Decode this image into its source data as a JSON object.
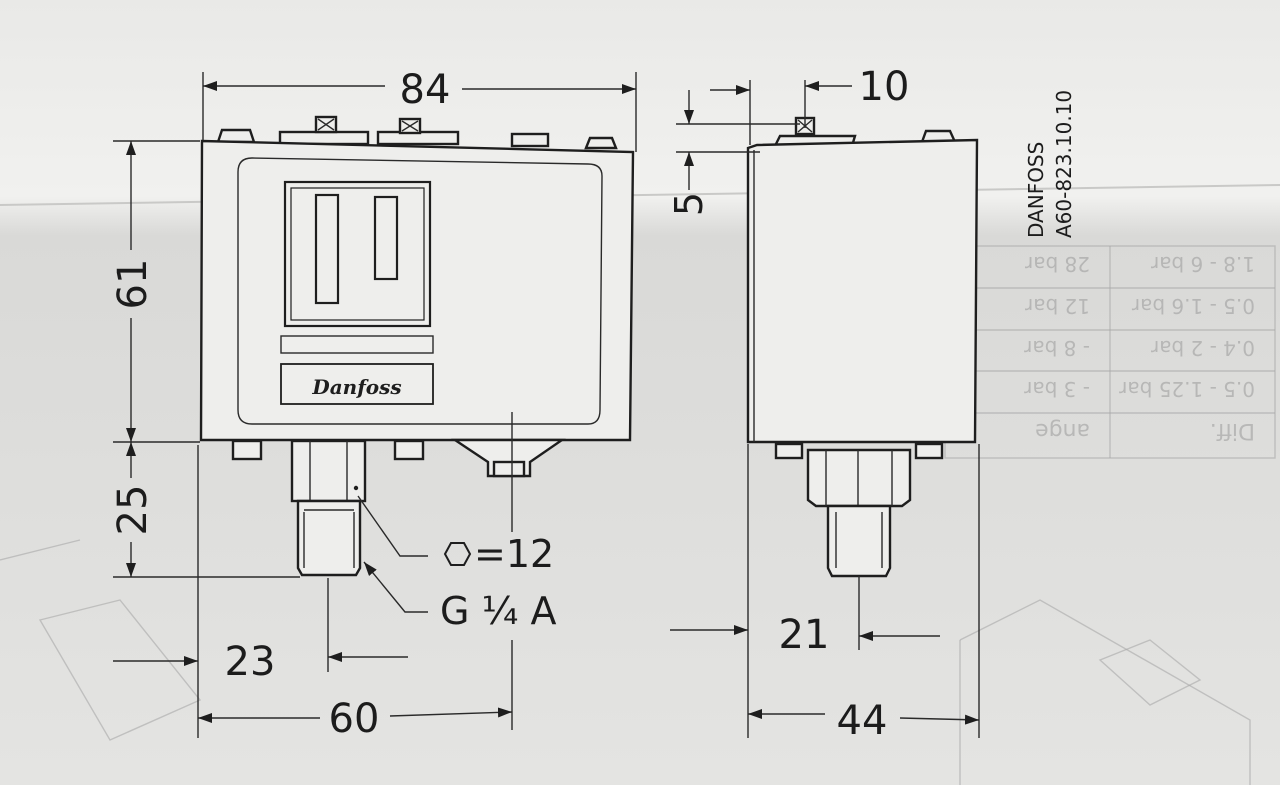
{
  "drawing": {
    "overall_width": "84",
    "height": "61",
    "connection_height": "25",
    "connection_offset": "23",
    "mount_spacing": "60",
    "top_offset": "10",
    "terminal_height": "5",
    "depth": "44",
    "connection_depth_offset": "21",
    "hex_label": "=12",
    "thread_label": "G",
    "thread_fraction": "¼",
    "thread_suffix": "A",
    "brand_logo": "Danfoss",
    "manufacturer": "DANFOSS",
    "part_number": "A60-823.10.10"
  },
  "background_table": {
    "headers": [
      "ange",
      "Diff."
    ],
    "rows": [
      [
        "- 3 bar",
        "0.5 - 1.25 bar"
      ],
      [
        "- 8 bar",
        "0.4 - 2 bar"
      ],
      [
        "12 bar",
        "0.5 - 1.6 bar"
      ],
      [
        "28 bar",
        "1.8 - 6 bar"
      ]
    ]
  },
  "colors": {
    "paper": "#eeeeec",
    "ink": "#1e1e1e",
    "ghost": "#9a9a9a"
  }
}
